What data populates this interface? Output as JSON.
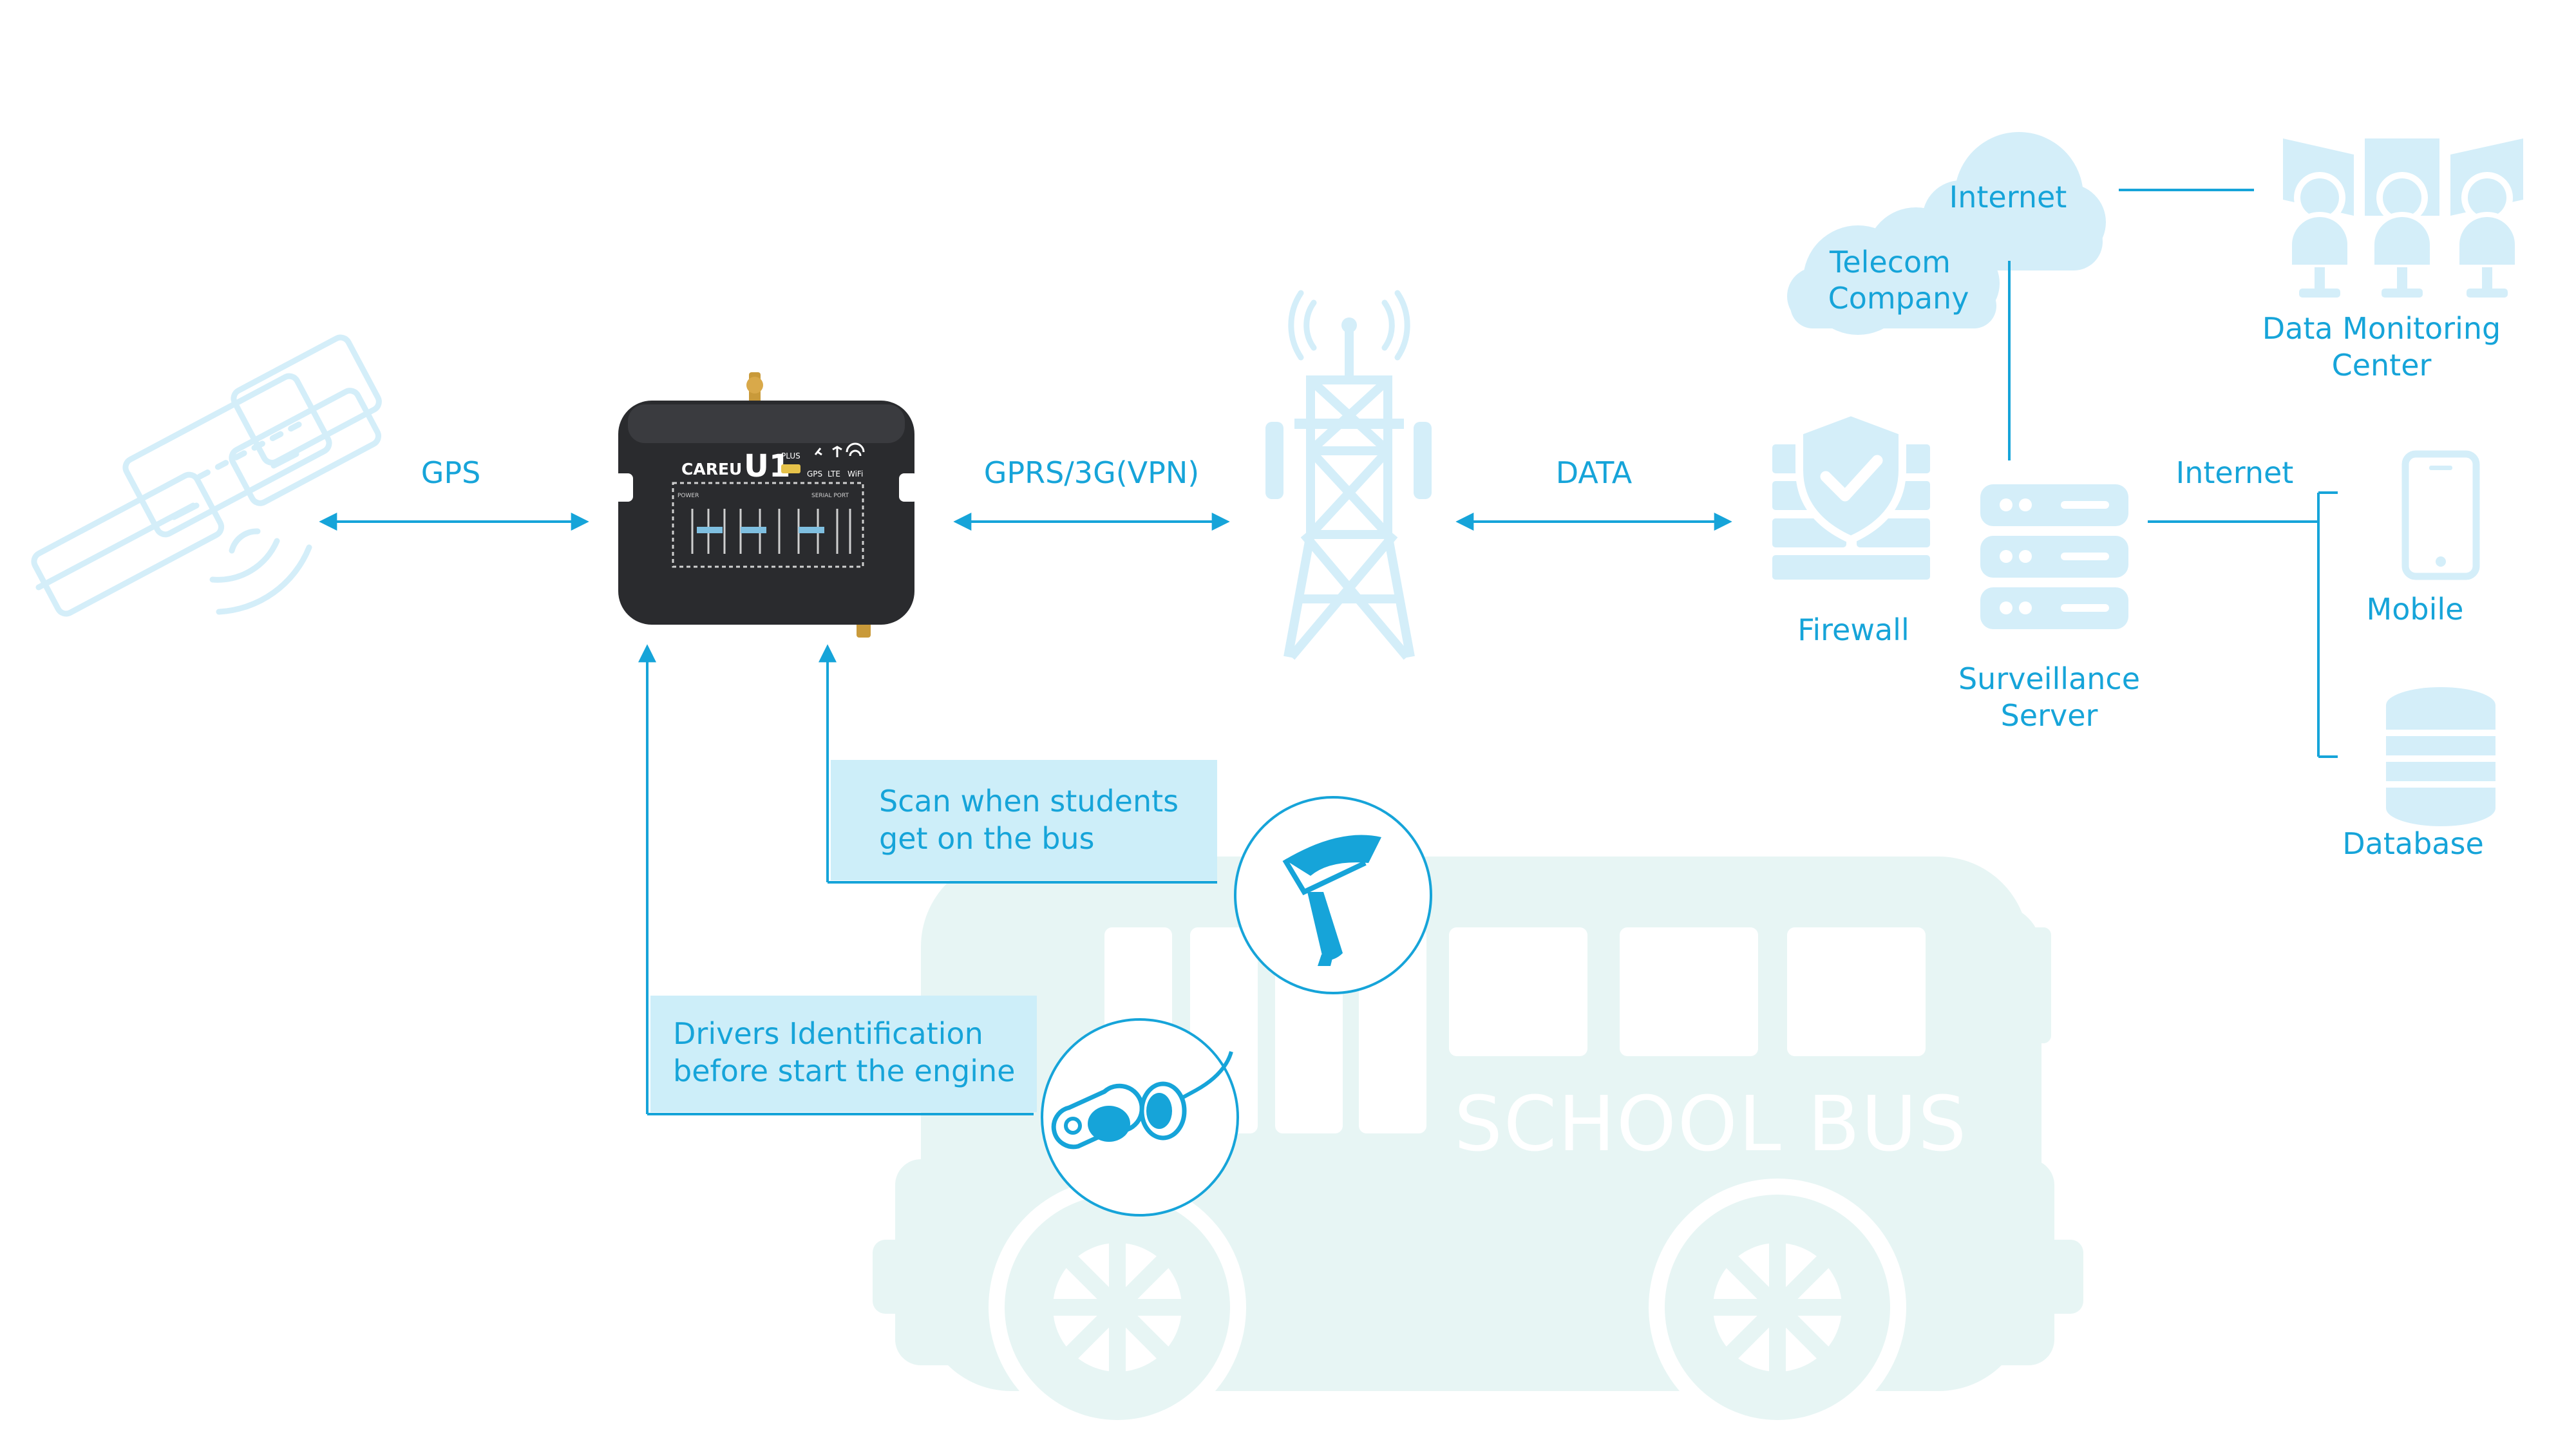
{
  "labels": {
    "gps": "GPS",
    "gprs": "GPRS/3G(VPN)",
    "data": "DATA",
    "firewall": "Firewall",
    "surveillance_line1": "Surveillance",
    "surveillance_line2": "Server",
    "internet_top": "Internet",
    "internet_right": "Internet",
    "telecom_line1": "Telecom",
    "telecom_line2": "Company",
    "monitoring_line1": "Data Monitoring",
    "monitoring_line2": "Center",
    "mobile": "Mobile",
    "database": "Database",
    "scan_line1": "Scan when students",
    "scan_line2": "get on the bus",
    "driver_line1": "Drivers Identification",
    "driver_line2": "before start the engine",
    "school_bus": "SCHOOL BUS"
  },
  "device": {
    "brand": "CAREU",
    "model": "U1",
    "badge": "PLUS",
    "indicators": [
      "GPS",
      "LTE",
      "WiFi"
    ],
    "panel_left": "POWER",
    "panel_right": "SERIAL PORT"
  },
  "colors": {
    "accent": "#16a4d9",
    "icon_fill": "#d7f0fa",
    "callout_bg": "#cdeef9",
    "bus": "#e7f5f4",
    "device_body": "#2a2b2e"
  }
}
